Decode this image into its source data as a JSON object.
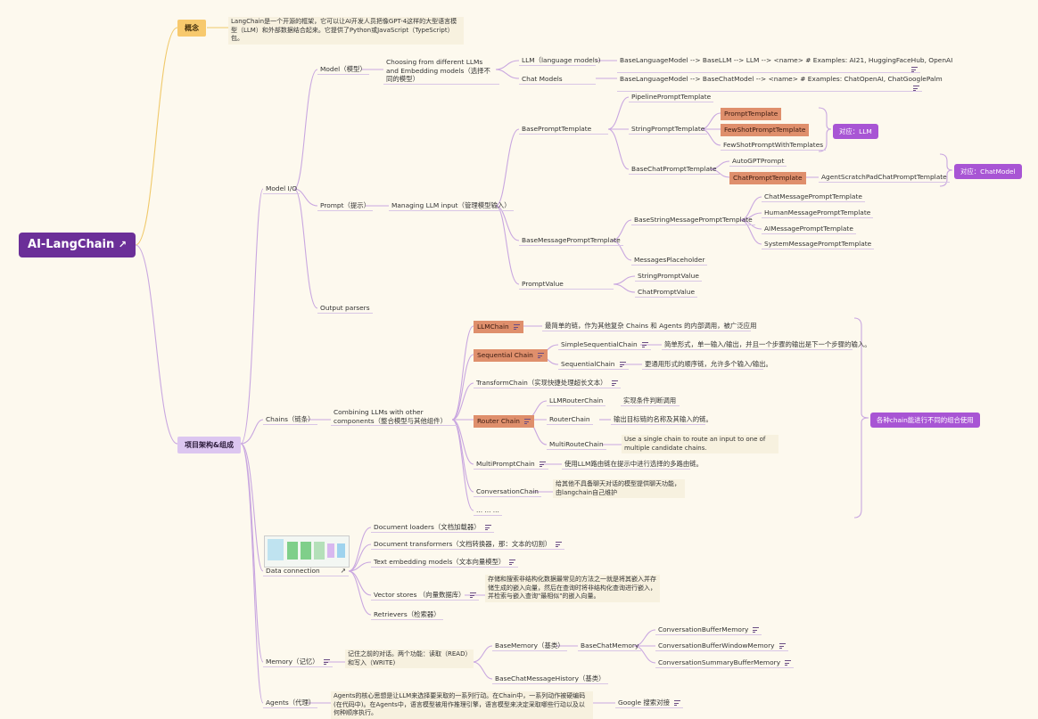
{
  "root": {
    "label": "AI-LangChain",
    "icon": "external-link-icon"
  },
  "concept": {
    "label": "概念",
    "desc": "LangChain是一个开源的框架，它可以让AI开发人员把像GPT-4这样的大型语言模型（LLM）和外部数据结合起来。它提供了Python或JavaScript（TypeScript）包。"
  },
  "arch": {
    "label": "项目架构&组成"
  },
  "model_io": {
    "label": "Model I/O",
    "model": {
      "label": "Model（模型）",
      "choose": "Choosing from different LLMs and Embedding models（选择不同的模型）",
      "llm": "LLM（language models)",
      "llm_desc": "BaseLanguageModel --> BaseLLM --> LLM --> <name> # Examples: AI21, HuggingFaceHub, OpenAI",
      "chat": "Chat Models",
      "chat_desc": "BaseLanguageModel --> BaseChatModel --> <name> # Examples: ChatOpenAI, ChatGooglePalm"
    },
    "prompt": {
      "label": "Prompt（提示）",
      "managing": "Managing LLM input（管理模型输入）",
      "base_prompt": "BasePromptTemplate",
      "pipeline": "PipelinePromptTemplate",
      "string_prompt": "StringPromptTemplate",
      "prompt_template": "PromptTemplate",
      "fewshot": "FewShotPromptTemplate",
      "fewshot_with": "FewShotPromptWithTemplates",
      "to_llm": "对应：LLM",
      "base_chat_prompt": "BaseChatPromptTemplate",
      "autogpt": "AutoGPTPrompt",
      "chat_prompt": "ChatPromptTemplate",
      "agent_scratch": "AgentScratchPadChatPromptTemplate",
      "to_chatmodel": "对应：ChatModel",
      "base_message_prompt": "BaseMessagePromptTemplate",
      "base_string_message": "BaseStringMessagePromptTemplate",
      "chat_message": "ChatMessagePromptTemplate",
      "human_message": "HumanMessagePromptTemplate",
      "ai_message": "AIMessagePromptTemplate",
      "system_message": "SystemMessagePromptTemplate",
      "messages_placeholder": "MessagesPlaceholder",
      "prompt_value": "PromptValue",
      "string_prompt_value": "StringPromptValue",
      "chat_prompt_value": "ChatPromptValue"
    },
    "output": "Output parsers"
  },
  "chains": {
    "label": "Chains（链条）",
    "combining": "Combining LLMs with other components（整合模型与其他组件）",
    "llmchain": "LLMChain",
    "llmchain_desc": "最简单的链，作为其他复杂 Chains 和 Agents 的内部调用，被广泛应用",
    "sequential": "Sequential Chain",
    "simple_seq": "SimpleSequentialChain",
    "simple_seq_desc": "简单形式，单一输入/输出，并且一个步骤的输出是下一个步骤的输入。",
    "seq_chain": "SequentialChain",
    "seq_chain_desc": "更通用形式的顺序链，允许多个输入/输出。",
    "transform": "TransformChain（实现快捷处理超长文本）",
    "router": "Router Chain",
    "llm_router": "LLMRouterChain",
    "llm_router_desc": "实现条件判断调用",
    "router_chain": "RouterChain",
    "router_chain_desc": "输出目标链的名称及其输入的链。",
    "multi_route": "MultiRouteChain",
    "multi_route_desc": "Use a single chain to route an input to one of multiple candidate chains.",
    "multi_prompt": "MultiPromptChain",
    "multi_prompt_desc": "使用LLM路由链在提示中进行选择的多路由链。",
    "conversation": "ConversationChain",
    "conversation_desc": "给其他不具备聊天对话的模型提供聊天功能，由langchain自己维护",
    "more": "... ... ...",
    "summary": "各种chain能进行不同的组合使用"
  },
  "data_conn": {
    "label": "Data connection",
    "loaders": "Document loaders（文档加载器）",
    "transformers": "Document transformers（文档转换器，那：文本的切割）",
    "embedding": "Text embedding models（文本向量模型）",
    "vector": "Vector stores （向量数据库）",
    "vector_desc": "存储和搜索非结构化数据最常见的方法之一就是将其嵌入并存储生成的嵌入向量，然后在查询时将非结构化查询进行嵌入，并检索与嵌入查询\"最相似\"的嵌入向量。",
    "retrievers": "Retrievers（检索器）"
  },
  "memory": {
    "label": "Memory（记忆）",
    "desc": "记住之前的对话。两个功能：读取（READ）和写入（WRITE)",
    "base_memory": "BaseMemory（基类）",
    "base_chat_memory": "BaseChatMemory",
    "buffer": "ConversationBufferMemory",
    "buffer_window": "ConversationBufferWindowMemory",
    "summary_buffer": "ConversationSummaryBufferMemory",
    "history": "BaseChatMessageHistory（基类）"
  },
  "agents": {
    "label": "Agents（代理）",
    "desc": "Agents的核心思想是让LLM来选择要采取的一系列行动。在Chain中，一系列动作被硬编码(在代码中)。在Agents中，语言模型被用作推理引擎，语言模型来决定采取哪些行动以及以何种顺序执行。",
    "google": "Google 搜索对接"
  },
  "colors": {
    "root": "#6b2f98",
    "line": "#c9a7e0",
    "highlight": "#df8f6c",
    "tag": "#a855d4",
    "concept": "#f7c96d",
    "arch": "#dcc6f0"
  }
}
